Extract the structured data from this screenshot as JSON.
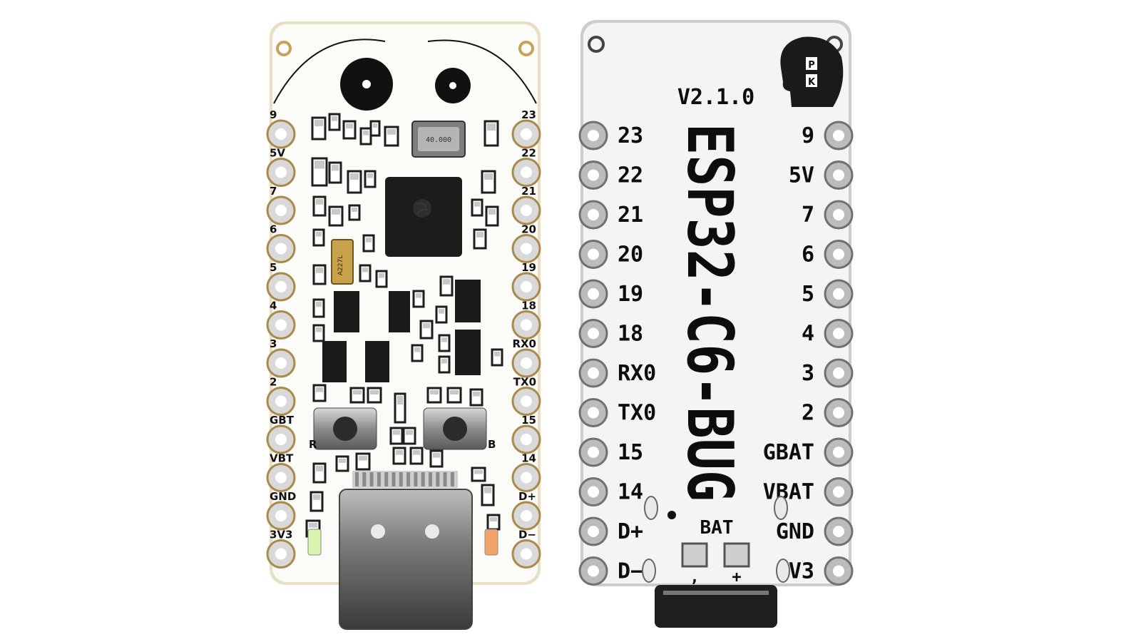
{
  "front_board": {
    "left_pins": [
      "9",
      "5V",
      "7",
      "6",
      "5",
      "4",
      "3",
      "2",
      "GBT",
      "VBT",
      "GND",
      "3V3"
    ],
    "right_pins": [
      "23",
      "22",
      "21",
      "20",
      "19",
      "18",
      "RX0",
      "TX0",
      "15",
      "14",
      "D+",
      "D−"
    ],
    "crystal_text": "40.000",
    "chip_text": "A227L",
    "button_left_label": "R",
    "button_right_label": "B"
  },
  "back_board": {
    "title": "ESP32-C6-BUG",
    "version": "V2.1.0",
    "logo_letters": [
      "P",
      "K"
    ],
    "left_pins": [
      "23",
      "22",
      "21",
      "20",
      "19",
      "18",
      "RX0",
      "TX0",
      "15",
      "14",
      "D+",
      "D−"
    ],
    "right_pins": [
      "9",
      "5V",
      "7",
      "6",
      "5",
      "4",
      "3",
      "2",
      "GBAT",
      "VBAT",
      "GND",
      "3V3"
    ],
    "bat_label": "BAT",
    "bat_minus": ",",
    "bat_plus": "+"
  },
  "colors": {
    "pcb": "#fbfbf8",
    "pad_gold": "#c8b37a",
    "pad_silver": "#cfcfcf",
    "chip": "#1c1c1c",
    "metal": "#9a9a9a",
    "led_green": "#d8f5b0",
    "led_orange": "#f3a46a"
  }
}
